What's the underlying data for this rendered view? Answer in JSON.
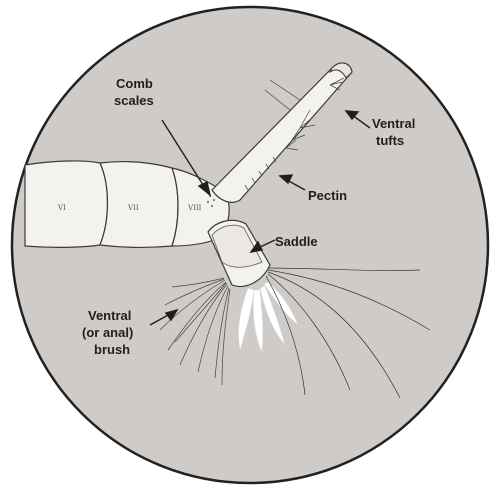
{
  "diagram": {
    "labels": {
      "comb_line1": "Comb",
      "comb_line2": "scales",
      "ventral_tufts_line1": "Ventral",
      "ventral_tufts_line2": "tufts",
      "pectin": "Pectin",
      "saddle": "Saddle",
      "brush_line1": "Ventral",
      "brush_line2": "(or anal)",
      "brush_line3": "brush"
    },
    "segments": {
      "vi": "VI",
      "vii": "VII",
      "viii": "VIII"
    },
    "colors": {
      "background_disc": "#cfcbc8",
      "body": "#f4f2ef",
      "outline": "#3a3a3a"
    }
  }
}
